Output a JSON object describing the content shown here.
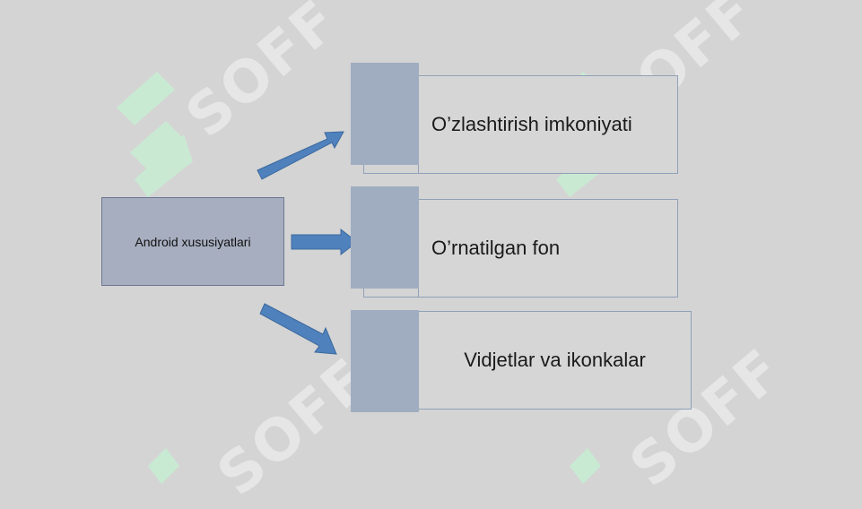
{
  "diagram": {
    "source": "Android xususiyatlari",
    "targets": [
      "O’zlashtirish imkoniyati",
      "O’rnatilgan fon",
      "Vidjetlar va ikonkalar"
    ]
  },
  "watermark": {
    "text": "SOFF",
    "logo_color": "#c8ecd2"
  },
  "colors": {
    "arrow": "#4f81bd",
    "source_fill": "#a7aebf",
    "tab_fill": "#a0adc1"
  }
}
